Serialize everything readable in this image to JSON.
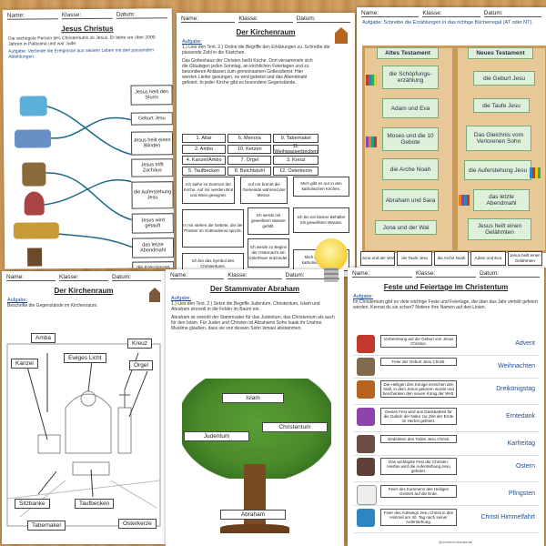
{
  "header": {
    "name": "Name:",
    "klasse": "Klasse:",
    "datum": "Datum:"
  },
  "sheet1": {
    "title": "Jesus Christus",
    "intro": "Die wichtigste Person des Christentums ist Jesus. Er lebte vor über 2000 Jahren in Palästina und war Jude.",
    "task": "Aufgabe: Verbinde die Ereignisse aus seinem Leben mit den passenden Abbildungen.",
    "items": [
      "Jesus heilt den Sturm",
      "Geburt Jesu",
      "Jesus heilt einen Blinden",
      "Jesus trifft Zachäus",
      "die Auferstehung Jesu",
      "Jesus wird getauft",
      "das letzte Abendmahl",
      "die Kreuzigung"
    ]
  },
  "sheet2": {
    "title": "Der Kirchenraum",
    "task": "Aufgabe:",
    "steps": "1.) Lies den Text. 2.) Ordne die Begriffe den Erklärungen zu. Schreibe die passende Zahl in die Kästchen.",
    "text": "Das Gotteshaus der Christen heißt Kirche. Dort versammeln sich die Gläubigen jeden Sonntag, an kirchlichen Feiertagen und zu besonderen Anlässen zum gemeinsamen Gottesdienst. Hier werden Lieder gesungen, es wird gebetet und das Abendmahl gefeiert. In jeder Kirche gibt es besondere Gegenstände.",
    "terms": [
      "1. Altar",
      "2. Ambo",
      "3. Kreuz",
      "4. Kanzel/Ambo",
      "5. Taufbecken",
      "6. Menora",
      "7. Orgel",
      "8. Beichtstuhl",
      "9. Tabernakel",
      "10. Kerzen",
      "11. Weihwasserbecken",
      "12. Osterkerze"
    ],
    "defs": [
      "Ich stehe im Zentrum der Kirche. Auf mir werden Brot und Wein gesegnet.",
      "Auf mir brennt die Gemeinde während der Messe.",
      "Mich gibt es nur in den katholischen Kirchen.",
      "In mir stehen die Gebete, die der Priester im Gottesdienst spricht.",
      "Ich werde mit geweihtem Wasser gefüllt.",
      "Ich bin ein kleiner Behälter mit geweihtem Wasser.",
      "Ich bin das Symbol des Christentums.",
      "Ich werde zu Beginn der Osternacht am Osterfeuer entzündet.",
      "Mich gibt es nur in katholischen Kirchen."
    ]
  },
  "sheet3": {
    "title": "Aufgabe: Schreibe die Erzählungen in das richtige Bücherregal (AT oder NT).",
    "at_label": "Altes Testament",
    "nt_label": "Neues Testament",
    "at": [
      "die Schöpfungs-erzählung",
      "Adam und Eva",
      "Moses und die 10 Gebote",
      "die Arche Noah",
      "Abraham und Sara",
      "Jona und der Wal"
    ],
    "nt": [
      "die Geburt Jesu",
      "die Taufe Jesu",
      "Das Gleichnis vom Verlorenen Sohn",
      "die Auferstehung Jesu",
      "das letzte Abendmahl",
      "Jesus heilt einen Gelähmten"
    ],
    "bottom": [
      "Jona und der Wal",
      "die Taufe Jesu",
      "die Arche Noah",
      "Adam und Eva",
      "Jesus heilt einen Gelähmten"
    ]
  },
  "sheet4": {
    "title": "Der Kirchenraum",
    "task": "Aufgabe:",
    "instruction": "Beschrifte die Gegenstände im Kirchenraum.",
    "labels": [
      "Amba",
      "Kreuz",
      "Kanzel",
      "Ewiges Licht",
      "Orgel",
      "Sitzbanke",
      "Taufbecken",
      "Tabernakel",
      "Osterkerze"
    ]
  },
  "sheet5": {
    "title": "Der Stammvater Abraham",
    "task": "Aufgabe:",
    "steps": "1.) Lies den Text. 2.) Setze die Begriffe Judentum, Christentum, Islam und Abraham sinnvoll in die Felder im Baum ein.",
    "text": "Abraham ist sowohl der Stammvater für das Judentum, das Christentum als auch für den Islam. Für Juden und Christen ist Abrahams Sohn Isaak ihr Urahne. Muslime glauben, dass sie von dessen Sohn Ismael abstammen.",
    "tree": {
      "islam": "Islam",
      "judentum": "Judentum",
      "christentum": "Christentum",
      "abraham": "Abraham"
    }
  },
  "sheet6": {
    "title": "Feste und Feiertage im Christentum",
    "task": "Aufgabe:",
    "text": "Im Christentum gibt es viele wichtige Feste und Feiertage, die über das Jahr verteilt gefeiert werden. Kennst du sie schon? Notiere ihre Namen auf den Linien.",
    "rows": [
      {
        "desc": "Vorbereitung auf die Geburt von Jesus Christus.",
        "ans": "Advent",
        "color": "#c0392b"
      },
      {
        "desc": "Feier der Geburt Jesu Christi.",
        "ans": "Weihnachten",
        "color": "#7f6a4b"
      },
      {
        "desc": "Die Heiligen drei Könige erreichen den Stall, in dem Jesus geboren wurde und beschenken den neuen König der Welt.",
        "ans": "Dreikönigstag",
        "color": "#b5651d"
      },
      {
        "desc": "Dieses Fest wird aus Dankbarkeit für die Gaben der Natur zur Zeit der Ernte im Herbst gefeiert.",
        "ans": "Erntedank",
        "color": "#8e44ad"
      },
      {
        "desc": "Gedenken des Todes Jesu Christi.",
        "ans": "Karfreitag",
        "color": "#6d4c41"
      },
      {
        "desc": "Das wichtigste Fest der Christen. Hierbei wird die Auferstehung Jesu gefeiert.",
        "ans": "Ostern",
        "color": "#5d4037"
      },
      {
        "desc": "Feier des Kommens des Heiligen Geistes auf die Erde.",
        "ans": "Pfingsten",
        "color": "#eeeeee"
      },
      {
        "desc": "Feier des Aufstiegs Jesu Christi in den Himmel am 40. Tag nach seiner Auferstehung.",
        "ans": "Christi Himmelfahrt",
        "color": "#2e86c1"
      }
    ],
    "credit": "@unterrichtsmaterial"
  }
}
